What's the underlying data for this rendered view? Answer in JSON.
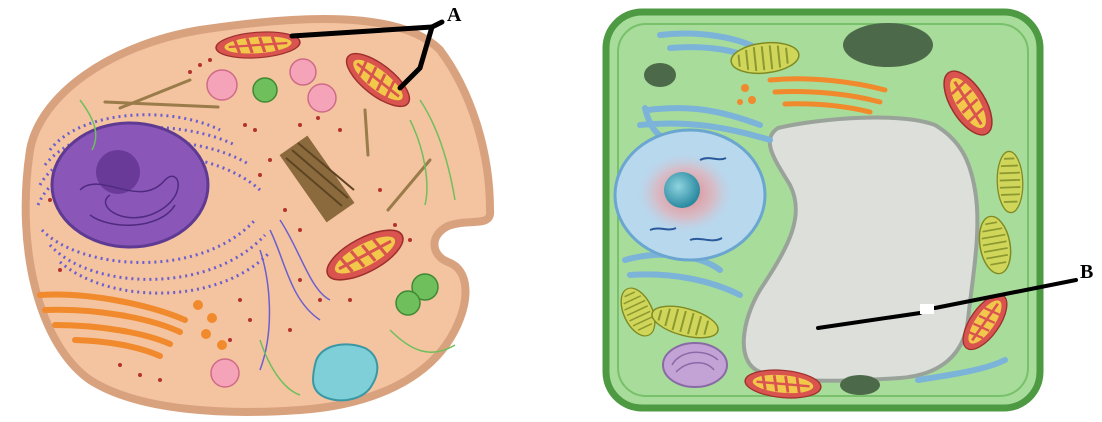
{
  "labels": {
    "a": "A",
    "b": "B"
  },
  "colors": {
    "animal_cytoplasm": "#f4c3a0",
    "animal_membrane": "#d9a27f",
    "nucleus": "#8a57b8",
    "plant_cytoplasm": "#a8dc9a",
    "plant_wall": "#4d9a43",
    "vacuole": "#dcdfda",
    "mitochondrion_outer": "#d9534f",
    "mitochondrion_inner": "#f2c84b",
    "chloroplast": "#cfd65a",
    "golgi": "#f08a2c",
    "er": "#7cb3d9",
    "pointer_line": "#000000"
  },
  "icons": {
    "animal_cell": "animal-cell-illustration",
    "plant_cell": "plant-cell-illustration"
  }
}
